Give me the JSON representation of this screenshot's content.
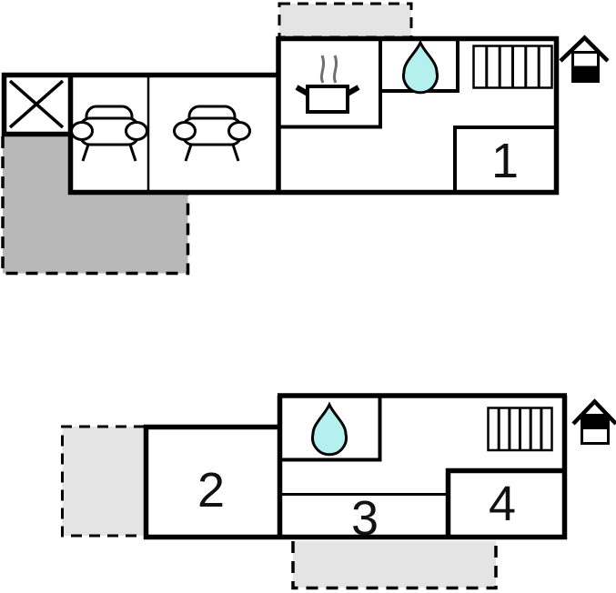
{
  "figure": {
    "type": "property-floor-plan",
    "floor_count": 2
  },
  "colors": {
    "wall": "#000000",
    "shade_dark": "#b8b8b8",
    "shade_light": "#e4e4e4",
    "water_drop": "#b3f0ee",
    "background": "#ffffff"
  },
  "floors": [
    {
      "name": "ground-floor",
      "level_indicator": "house-lower-half-filled",
      "rooms": [
        {
          "label": "1"
        }
      ],
      "features": [
        "dashed-terrace-top",
        "shaded-terrace-left",
        "crossed-open-area",
        "sofa",
        "sofa",
        "cooking-pot-with-steam",
        "water-drop",
        "staircase"
      ]
    },
    {
      "name": "upper-floor",
      "level_indicator": "house-upper-half-filled",
      "rooms": [
        {
          "label": "2"
        },
        {
          "label": "3"
        },
        {
          "label": "4"
        }
      ],
      "features": [
        "dashed-terrace-left",
        "dashed-terrace-bottom",
        "water-drop",
        "staircase"
      ]
    }
  ]
}
